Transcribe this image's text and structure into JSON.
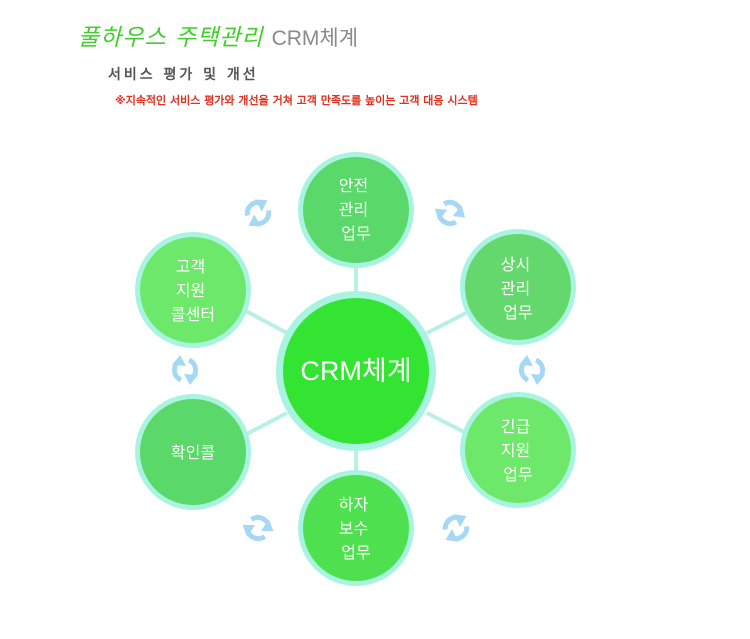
{
  "header": {
    "brand": "풀하우스 주택관리",
    "crm": "CRM체계",
    "subtitle": "서비스 평가 및 개선",
    "tagline": "※지속적인 서비스 평가와 개선을 거쳐 고객 만족도를 높이는 고객 대응 시스템"
  },
  "center": {
    "label": "CRM체계"
  },
  "nodes": [
    {
      "id": "safety",
      "lines": [
        "안전",
        "관리",
        "업무"
      ]
    },
    {
      "id": "regular",
      "lines": [
        "상시",
        "관리",
        "업무"
      ]
    },
    {
      "id": "emergency",
      "lines": [
        "긴급",
        "지원",
        "업무"
      ]
    },
    {
      "id": "defect",
      "lines": [
        "하자",
        "보수",
        "업무"
      ]
    },
    {
      "id": "confirm",
      "lines": [
        "확인콜"
      ]
    },
    {
      "id": "callcenter",
      "lines": [
        "고객",
        "지원",
        "콜센터"
      ]
    }
  ],
  "colors": {
    "center_fill": "#33e433",
    "node_fill": "#5ad86a",
    "node_fill_light": "#6ee86a",
    "ring": "#a8f4e0",
    "connector": "#b8f0e4",
    "cycle_icon": "#a6d8f6"
  },
  "icons": [
    "cycle-arrow-icon"
  ]
}
